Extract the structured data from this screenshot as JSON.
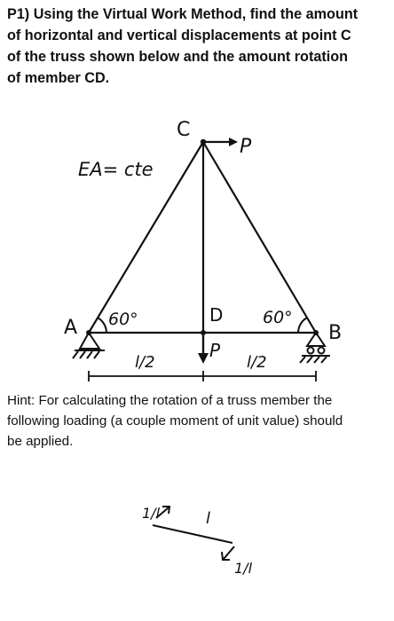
{
  "problem": {
    "lines": [
      "P1) Using the Virtual Work Method, find the amount",
      "of horizontal and vertical displacements at point C",
      "of the truss shown below and the amount rotation",
      "of member CD."
    ]
  },
  "figure": {
    "node_c": "C",
    "node_a": "A",
    "node_d": "D",
    "node_b": "B",
    "load_horizontal": "P",
    "load_vertical": "P",
    "stiffness": "EA= cte",
    "angle_a": "60°",
    "angle_b": "60°",
    "span_left": "l/2",
    "span_right": "l/2"
  },
  "hint": {
    "lines": [
      "Hint: For calculating the rotation of a truss member the",
      "following loading (a couple moment of unit value) should",
      "be applied."
    ]
  },
  "hint_figure": {
    "top_force": "1/l",
    "member_length": "l",
    "bottom_force": "1/l"
  }
}
